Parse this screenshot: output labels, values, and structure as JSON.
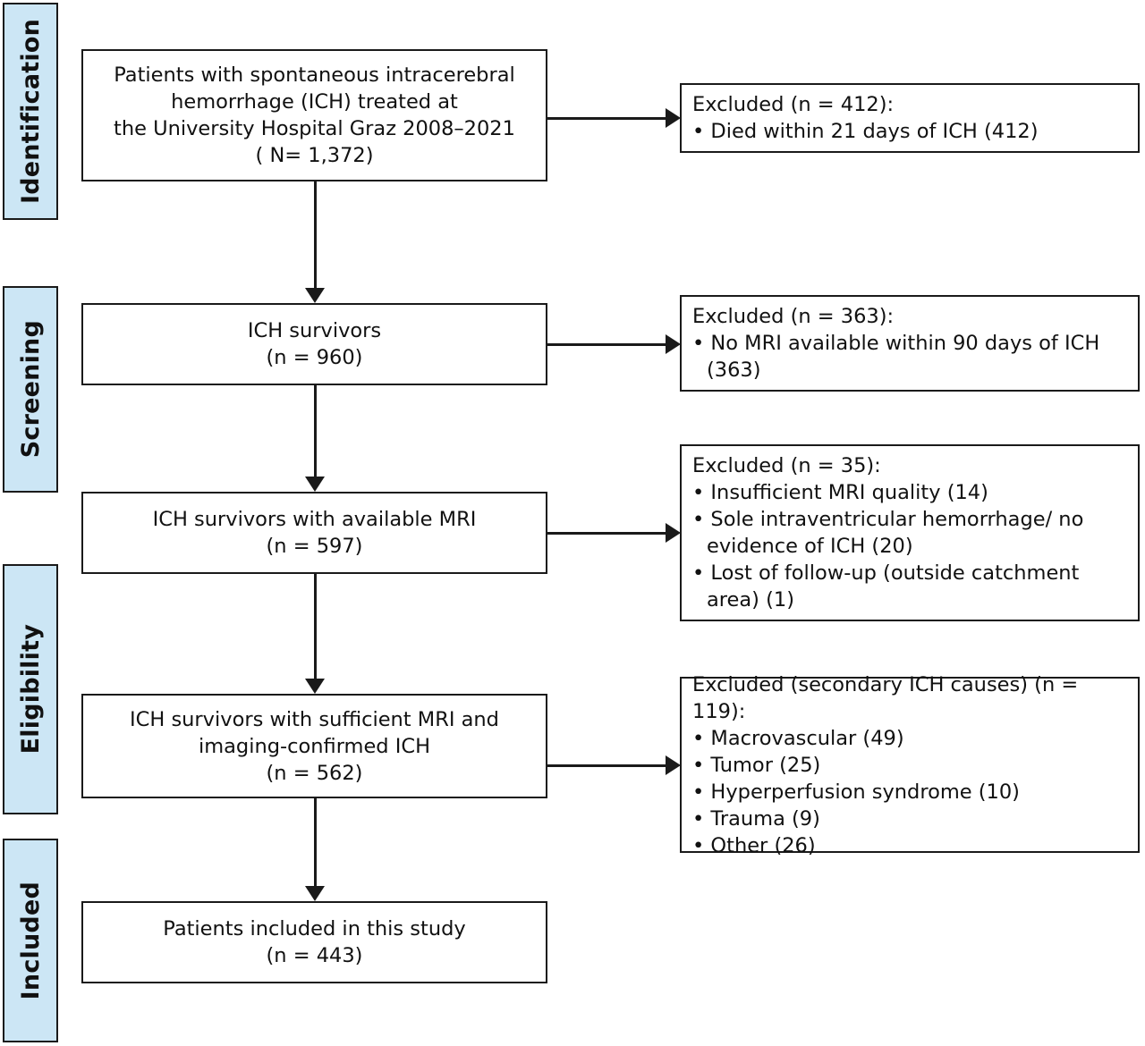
{
  "diagram": {
    "title": "PRISMA-style patient selection flow diagram",
    "type": "flowchart",
    "accent_color": "#cce6f5",
    "line_color": "#1a1a1a",
    "background": "#ffffff"
  },
  "stages": [
    {
      "label": "Identification"
    },
    {
      "label": "Screening"
    },
    {
      "label": "Eligibility"
    },
    {
      "label": "Included"
    }
  ],
  "nodes": [
    {
      "id": "identified",
      "lines": [
        "Patients with spontaneous intracerebral",
        "hemorrhage (ICH) treated at",
        "the University Hospital Graz 2008–2021",
        "( N= 1,372)"
      ],
      "count_label": "( N= 1,372)",
      "count": 1372
    },
    {
      "id": "survivors",
      "lines": [
        "ICH survivors",
        "(n = 960)"
      ],
      "count_label": "(n = 960)",
      "count": 960
    },
    {
      "id": "survivors-with-mri",
      "lines": [
        "ICH survivors with available MRI",
        "(n = 597)"
      ],
      "count_label": "(n = 597)",
      "count": 597
    },
    {
      "id": "sufficient-mri",
      "lines": [
        "ICH survivors with sufficient MRI and",
        "imaging-confirmed ICH",
        "(n = 562)"
      ],
      "count_label": "(n = 562)",
      "count": 562
    },
    {
      "id": "included",
      "lines": [
        "Patients included in this study",
        "(n = 443)"
      ],
      "count_label": "(n = 443)",
      "count": 443
    }
  ],
  "exclusions": [
    {
      "id": "excluded-1",
      "heading": "Excluded (n = 412):",
      "count": 412,
      "items": [
        "• Died within 21 days of ICH (412)"
      ]
    },
    {
      "id": "excluded-2",
      "heading": "Excluded (n = 363):",
      "count": 363,
      "items": [
        "• No MRI available within 90 days of ICH (363)"
      ]
    },
    {
      "id": "excluded-3",
      "heading": "Excluded (n = 35):",
      "count": 35,
      "items": [
        "• Insufficient MRI quality (14)",
        "• Sole intraventricular hemorrhage/ no evidence of ICH (20)",
        "• Lost of follow-up (outside catchment area) (1)"
      ]
    },
    {
      "id": "excluded-4",
      "heading": "Excluded (secondary ICH causes) (n = 119):",
      "count": 119,
      "items": [
        "• Macrovascular (49)",
        "• Tumor (25)",
        "• Hyperperfusion syndrome (10)",
        "• Trauma (9)",
        "• Other (26)"
      ]
    }
  ]
}
